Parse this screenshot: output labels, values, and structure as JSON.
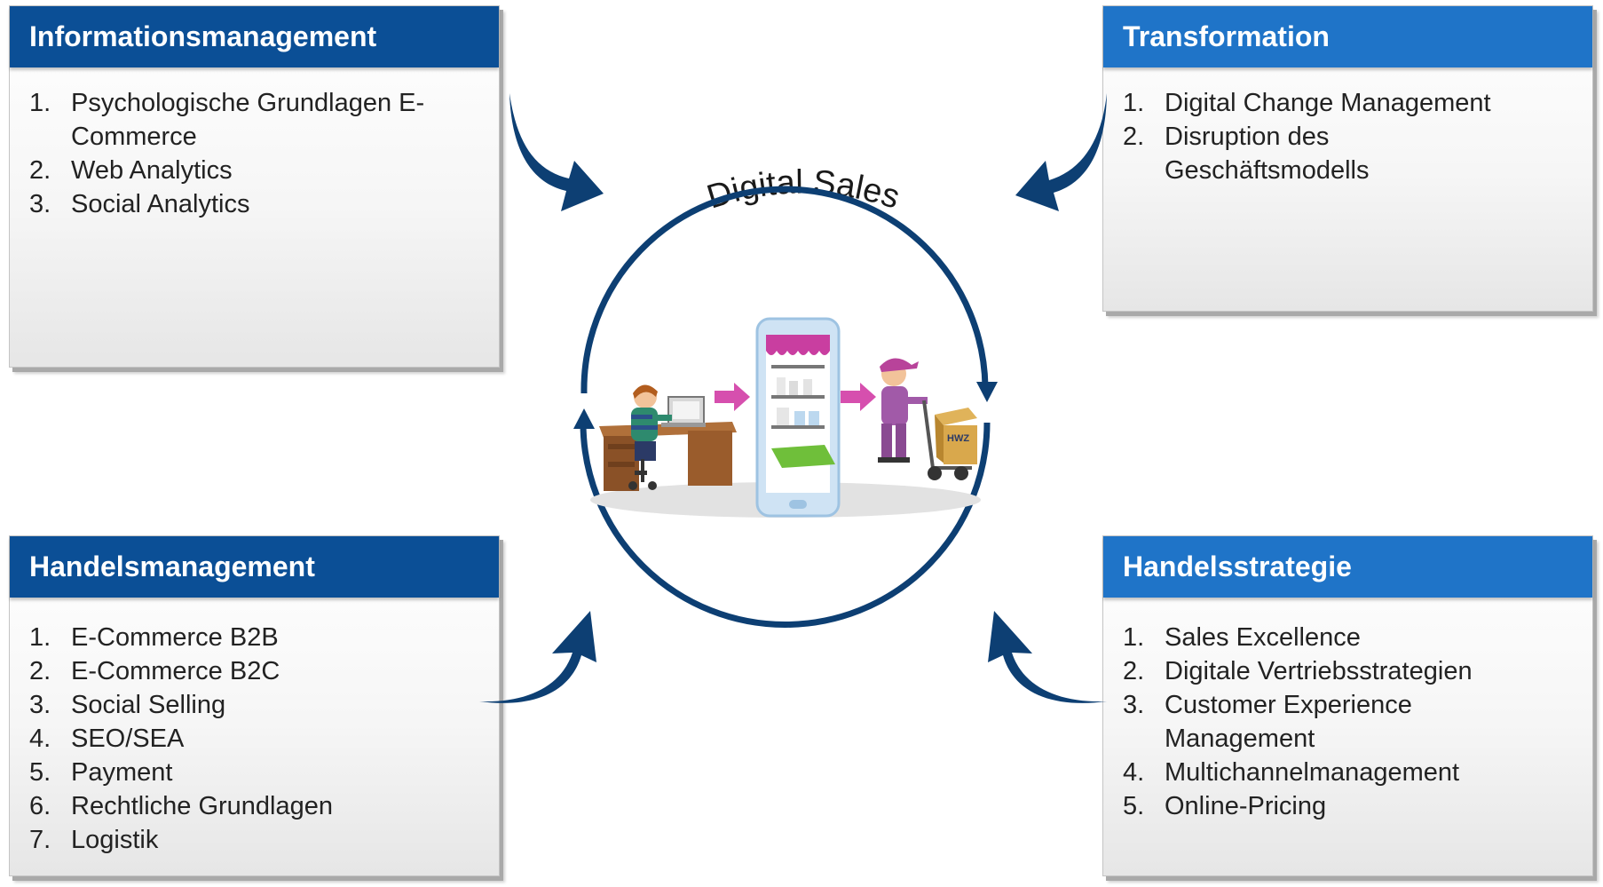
{
  "diagram": {
    "center_title": "Digital Sales",
    "accent_dark": "#0b4f96",
    "accent_light": "#1f74c8",
    "arrow_color": "#0d3f73",
    "illustration_label": "HWZ"
  },
  "boxes": {
    "informationsmanagement": {
      "title": "Informationsmanagement",
      "items": [
        {
          "num": "1.",
          "text": "Psychologische Grundlagen E-Commerce"
        },
        {
          "num": "2.",
          "text": "Web Analytics"
        },
        {
          "num": "3.",
          "text": "Social Analytics"
        }
      ]
    },
    "transformation": {
      "title": "Transformation",
      "items": [
        {
          "num": "1.",
          "text": "Digital Change Management"
        },
        {
          "num": "2.",
          "text": "Disruption des Geschäftsmodells"
        }
      ]
    },
    "handelsmanagement": {
      "title": "Handelsmanagement",
      "items": [
        {
          "num": "1.",
          "text": "E-Commerce B2B"
        },
        {
          "num": "2.",
          "text": "E-Commerce B2C"
        },
        {
          "num": "3.",
          "text": "Social Selling"
        },
        {
          "num": "4.",
          "text": "SEO/SEA"
        },
        {
          "num": "5.",
          "text": "Payment"
        },
        {
          "num": "6.",
          "text": "Rechtliche Grundlagen"
        },
        {
          "num": "7.",
          "text": "Logistik"
        }
      ]
    },
    "handelsstrategie": {
      "title": "Handelsstrategie",
      "items": [
        {
          "num": "1.",
          "text": "Sales Excellence"
        },
        {
          "num": "2.",
          "text": "Digitale Vertriebsstrategien"
        },
        {
          "num": "3.",
          "text": "Customer Experience Management"
        },
        {
          "num": "4.",
          "text": "Multichannelmanagement"
        },
        {
          "num": "5.",
          "text": "Online-Pricing"
        }
      ]
    }
  }
}
